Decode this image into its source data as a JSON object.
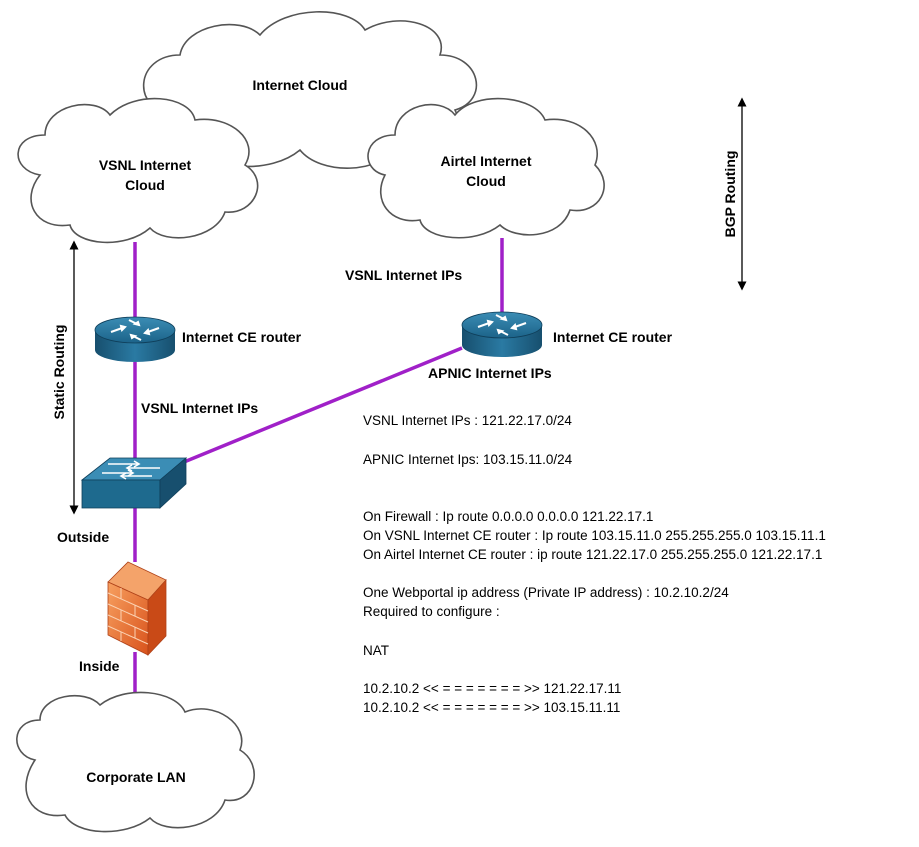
{
  "diagram": {
    "colors": {
      "link": "#a020c8",
      "cloud_stroke": "#555555",
      "router_fill": "#1e6a8e",
      "firewall_fill": "#e8622a"
    },
    "clouds": {
      "internet": "Internet Cloud",
      "vsnl": [
        "VSNL Internet",
        "Cloud"
      ],
      "airtel": [
        "Airtel Internet",
        "Cloud"
      ],
      "corporate": "Corporate LAN"
    },
    "labels": {
      "router_left": "Internet CE router",
      "router_right": "Internet CE router",
      "vsnl_ips_right": "VSNL Internet IPs",
      "apnic_ips": "APNIC Internet IPs",
      "vsnl_ips_left": "VSNL Internet IPs",
      "outside": "Outside",
      "inside": "Inside",
      "static_routing": "Static Routing",
      "bgp_routing": "BGP Routing"
    },
    "notes": [
      "VSNL Internet IPs : 121.22.17.0/24",
      "APNIC Internet Ips: 103.15.11.0/24",
      "On Firewall : Ip route 0.0.0.0 0.0.0.0 121.22.17.1",
      "On VSNL Internet CE router :  Ip route 103.15.11.0 255.255.255.0 103.15.11.1",
      "On Airtel Internet CE router : ip route 121.22.17.0 255.255.255.0 121.22.17.1",
      "One Webportal ip address (Private IP address) : 10.2.10.2/24",
      "Required to configure :",
      "NAT",
      "10.2.10.2  << = = = = = = = >> 121.22.17.11",
      "10.2.10.2  << = = = = = = = >> 103.15.11.11"
    ]
  }
}
